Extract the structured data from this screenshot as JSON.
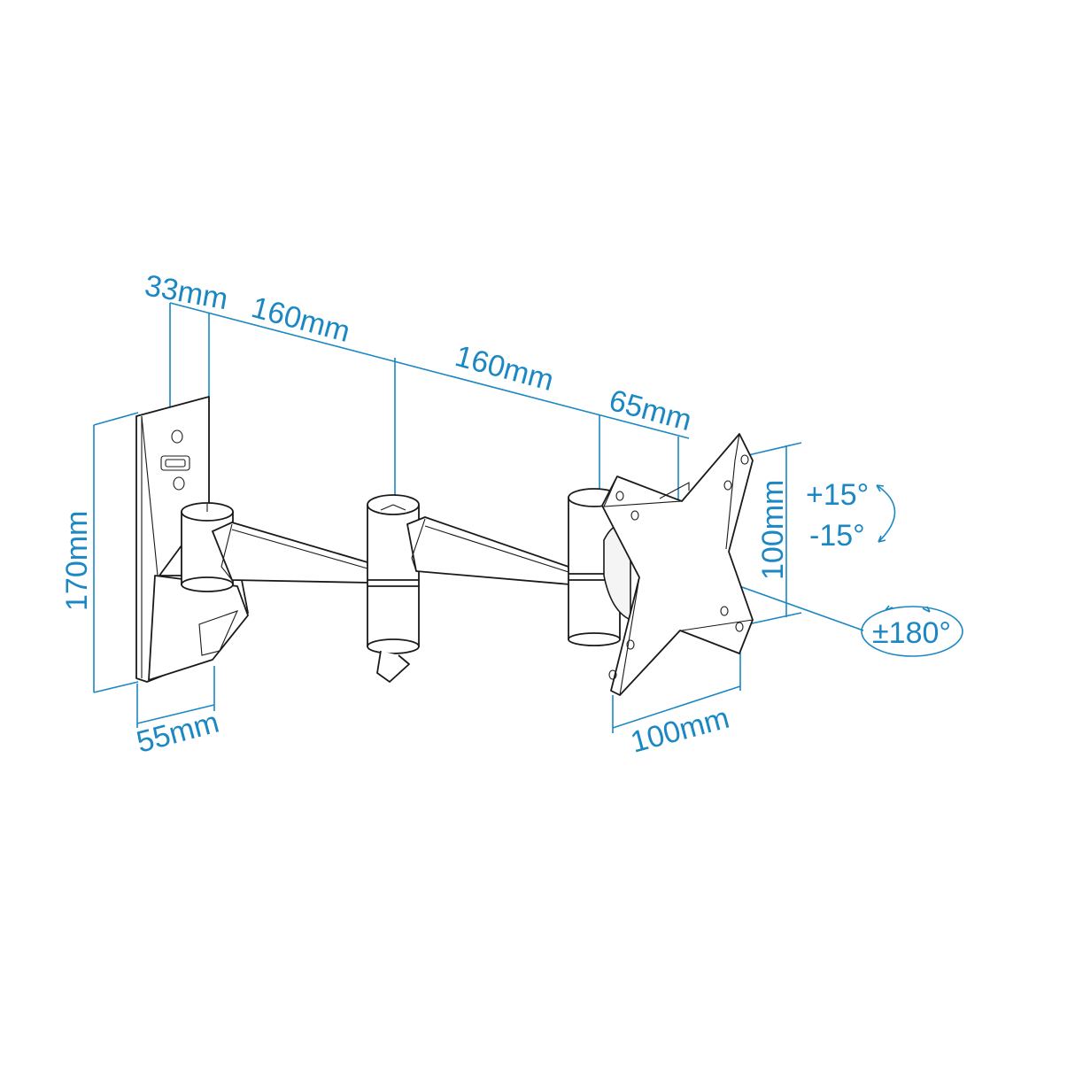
{
  "diagram": {
    "subject": "Double-arm swivel wall mount bracket",
    "colors": {
      "dimension": "#1b87c3",
      "outline": "#1a1a1a",
      "background": "#ffffff"
    },
    "dimensions": {
      "wall_plate_depth": "33mm",
      "arm1_length": "160mm",
      "arm2_length": "160mm",
      "head_offset": "65mm",
      "wall_plate_height": "170mm",
      "wall_plate_width": "55mm",
      "vesa_vertical": "100mm",
      "vesa_horizontal": "100mm"
    },
    "rotations": {
      "tilt_up": "+15°",
      "tilt_down": "-15°",
      "rotation": "±180°"
    }
  }
}
